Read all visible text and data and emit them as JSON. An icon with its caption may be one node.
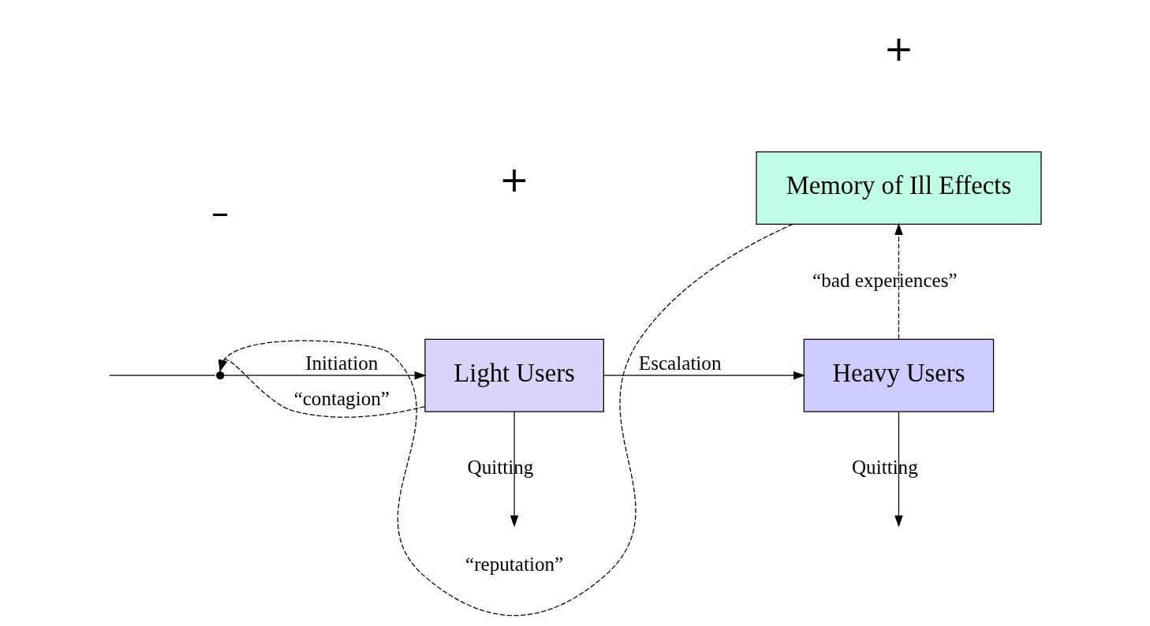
{
  "diagram": {
    "nodes": [
      {
        "text": [
          "Memory of Ill Effects"
        ]
      },
      {
        "text": [
          "Light Users"
        ]
      },
      {
        "text": [
          "Heavy Users"
        ]
      },
      {
        "text": [],
        "shape": "point"
      }
    ],
    "edges": [
      {
        "from": null,
        "to": 3,
        "arrow": "none"
      },
      {
        "from": 3,
        "to": 1,
        "arrow": "to",
        "label": "Initiation"
      },
      {
        "from": 1,
        "to": 2,
        "arrow": "to",
        "label": "Escalation"
      },
      {
        "from": 1,
        "to": null,
        "arrow": "to",
        "label": "Quitting"
      },
      {
        "from": 2,
        "to": null,
        "arrow": "to",
        "label": "Quitting"
      },
      {
        "from": 2,
        "to": 0,
        "arrow": "to",
        "label": "“bad experiences”",
        "style": "dashed"
      },
      {
        "from": 0,
        "to": 3,
        "arrow": "to",
        "label": "“reputation”",
        "style": "dashed"
      },
      {
        "from": 1,
        "to": 3,
        "arrow": "to",
        "label": "“contagion”",
        "style": "dashed"
      }
    ],
    "labels": [
      "–",
      "+",
      "+"
    ]
  }
}
